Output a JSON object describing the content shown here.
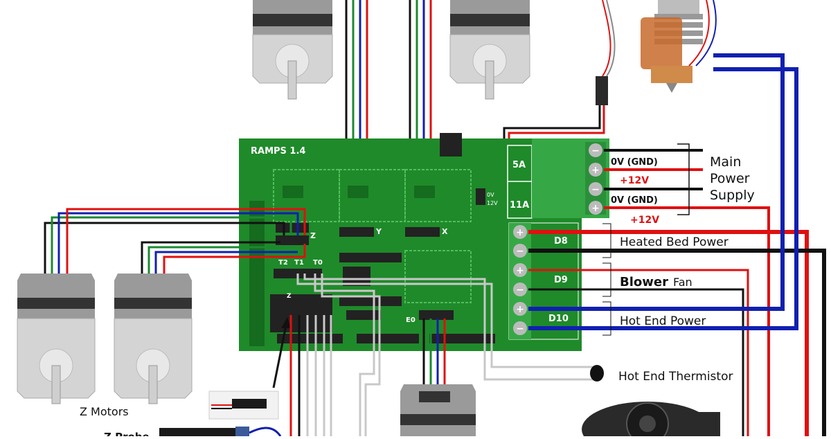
{
  "board": {
    "title": "RAMPS 1.4"
  },
  "axis_labels": {
    "x": "X",
    "y": "Y",
    "z": "Z",
    "e0": "E0"
  },
  "thermistor_headers": {
    "t0": "T0",
    "t1": "T1",
    "t2": "T2"
  },
  "endstop_label": "Z",
  "fuse_labels": {
    "top": "5A",
    "bottom": "11A"
  },
  "jumper": {
    "line1": "0V",
    "line2": "12V"
  },
  "power_input": {
    "gnd_label": "0V (GND)",
    "v12_label": "+12V",
    "supply_label": [
      "Main",
      "Power",
      "Supply"
    ]
  },
  "outputs": {
    "d8": "D8",
    "d9": "D9",
    "d10": "D10",
    "heated_bed": "Heated Bed Power",
    "blower_bold": "Blower",
    "blower_rest": "Fan",
    "hot_end": "Hot End Power"
  },
  "terminal_symbols": {
    "minus": "−",
    "plus": "+"
  },
  "thermistor_label": "Hot End Thermistor",
  "z_motors_label": "Z Motors",
  "z_probe_label": "Z Probe",
  "colors": {
    "pcb": "#1f8a2a",
    "pcb_dark": "#156b1e",
    "terminal": "#35a845",
    "wire_red": "#e01010",
    "wire_black": "#111111",
    "wire_blue": "#1020b0",
    "wire_green": "#1a8a30",
    "wire_gray": "#c8c8c8"
  }
}
